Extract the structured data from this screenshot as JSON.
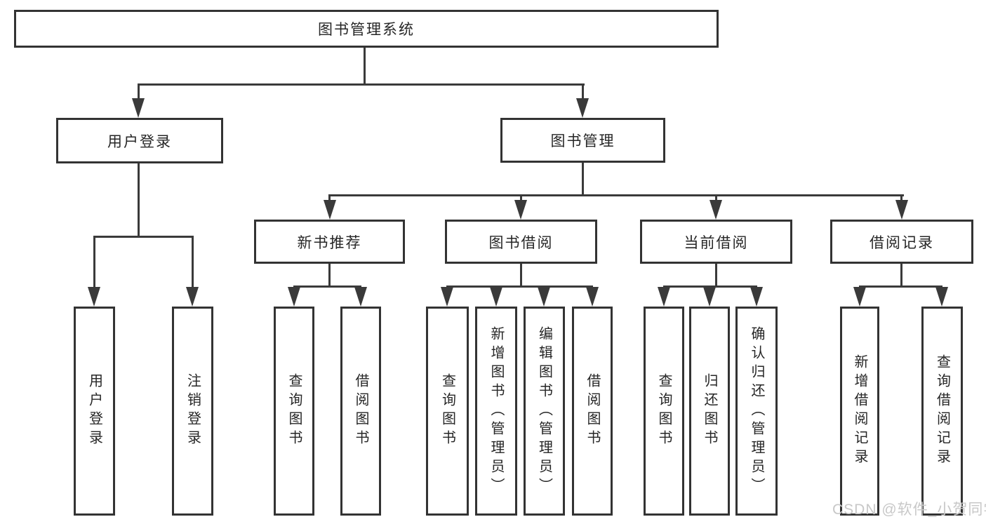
{
  "diagram": {
    "title": "图书管理系统",
    "root": {
      "label": "图书管理系统"
    },
    "branches": [
      {
        "label": "用户登录",
        "children": [
          "用户登录",
          "注销登录"
        ]
      },
      {
        "label": "图书管理",
        "groups": [
          {
            "label": "新书推荐",
            "children": [
              "查询图书",
              "借阅图书"
            ]
          },
          {
            "label": "图书借阅",
            "children": [
              "查询图书",
              "新增图书（管理员）",
              "编辑图书（管理员）",
              "借阅图书"
            ]
          },
          {
            "label": "当前借阅",
            "children": [
              "查询图书",
              "归还图书",
              "确认归还（管理员）"
            ]
          },
          {
            "label": "借阅记录",
            "children": [
              "新增借阅记录",
              "查询借阅记录"
            ]
          }
        ]
      }
    ]
  },
  "watermark": {
    "text": "CSDN @软件_小贺同学",
    "color": "#c8c8c8"
  },
  "colors": {
    "line": "#3a3a3a",
    "border": "#333333",
    "text": "#262626",
    "background": "#ffffff"
  }
}
